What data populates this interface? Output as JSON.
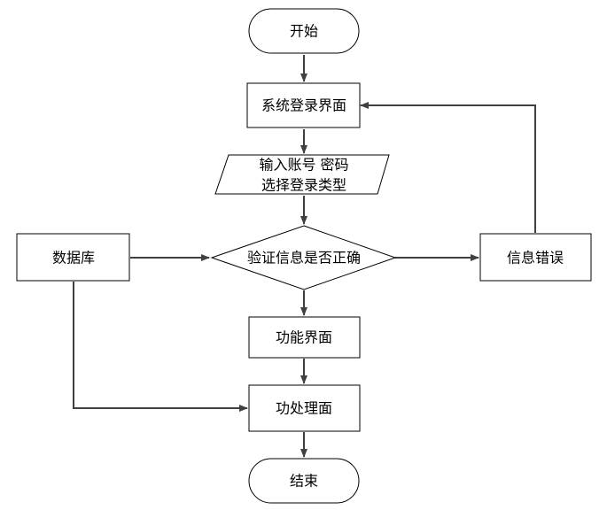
{
  "flowchart": {
    "nodes": {
      "start": "开始",
      "login_screen": "系统登录界面",
      "input_line1": "输入账号 密码",
      "input_line2": "选择登录类型",
      "verify": "验证信息是否正确",
      "database": "数据库",
      "error": "信息错误",
      "function_screen": "功能界面",
      "process_screen": "功处理面",
      "end": "结束"
    }
  }
}
